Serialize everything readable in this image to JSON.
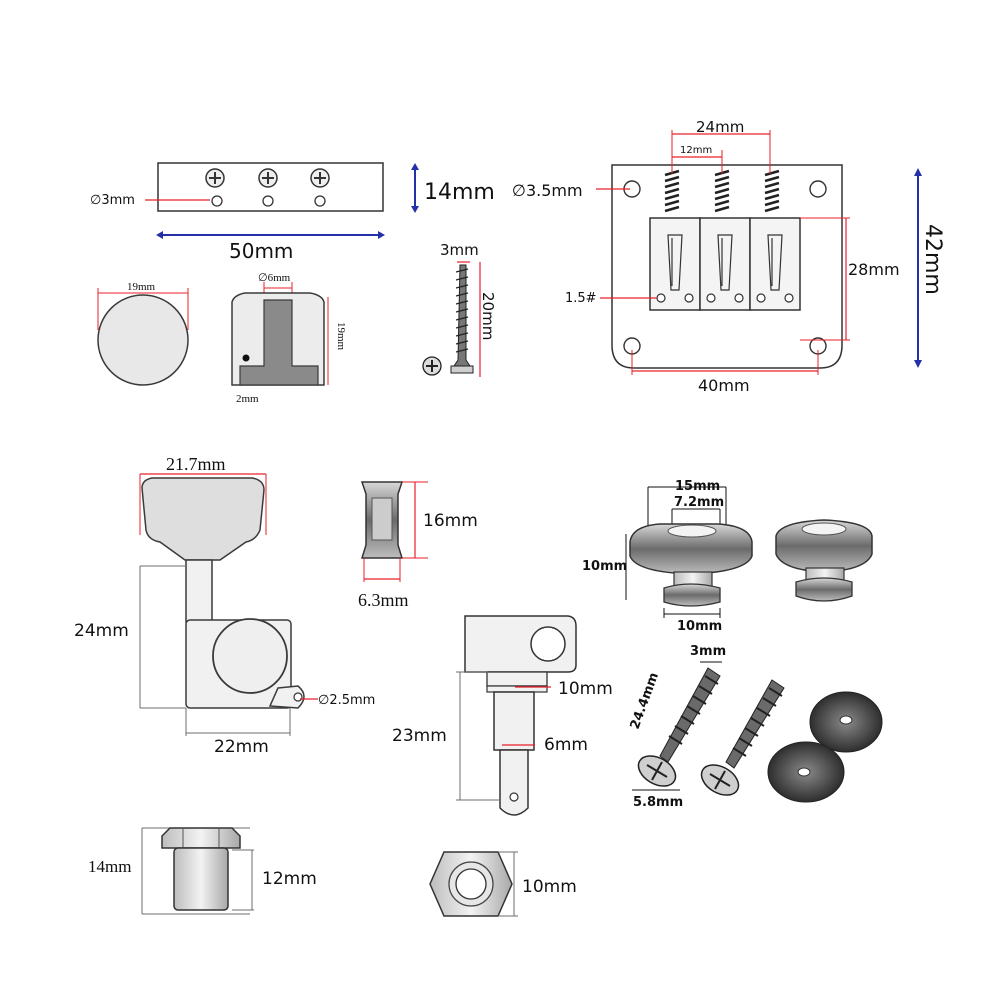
{
  "colors": {
    "dim_red": "#e8202a",
    "dim_blue": "#2430a8",
    "dim_gray": "#6e6e6e",
    "part_fill": "#e9e9e9",
    "part_dark": "#8a8a8a",
    "part_stroke": "#3a3a3a"
  },
  "nut": {
    "hole_label": "∅3mm",
    "height_label": "14mm",
    "width_label": "50mm"
  },
  "button_parts": {
    "diameter_label": "19mm",
    "bore_label": "∅6mm",
    "height_label": "19mm",
    "pin_label": "2mm"
  },
  "screw_small": {
    "width_label": "3mm",
    "length_label": "20mm"
  },
  "bridge": {
    "spacing_outer_label": "24mm",
    "spacing_inner_label": "12mm",
    "hole_label": "∅3.5mm",
    "screw_label": "1.5#",
    "saddle_label": "28mm",
    "height_label": "42mm",
    "width_label": "40mm"
  },
  "tuner": {
    "button_label": "21.7mm",
    "height_label": "24mm",
    "hole_label": "∅2.5mm",
    "width_label": "22mm"
  },
  "bushing_side": {
    "height_label": "16mm",
    "width_label": "6.3mm"
  },
  "post": {
    "top_label": "10mm",
    "height_label": "23mm",
    "shaft_label": "6mm"
  },
  "strap_button": {
    "outer_label": "15mm",
    "inner_label": "7.2mm",
    "height_label": "10mm",
    "base_label": "10mm"
  },
  "strap_screw": {
    "width_label": "3mm",
    "length_label": "24.4mm",
    "head_label": "5.8mm"
  },
  "bushing": {
    "height_label": "14mm",
    "body_label": "12mm"
  },
  "hex_nut": {
    "width_label": "10mm"
  }
}
